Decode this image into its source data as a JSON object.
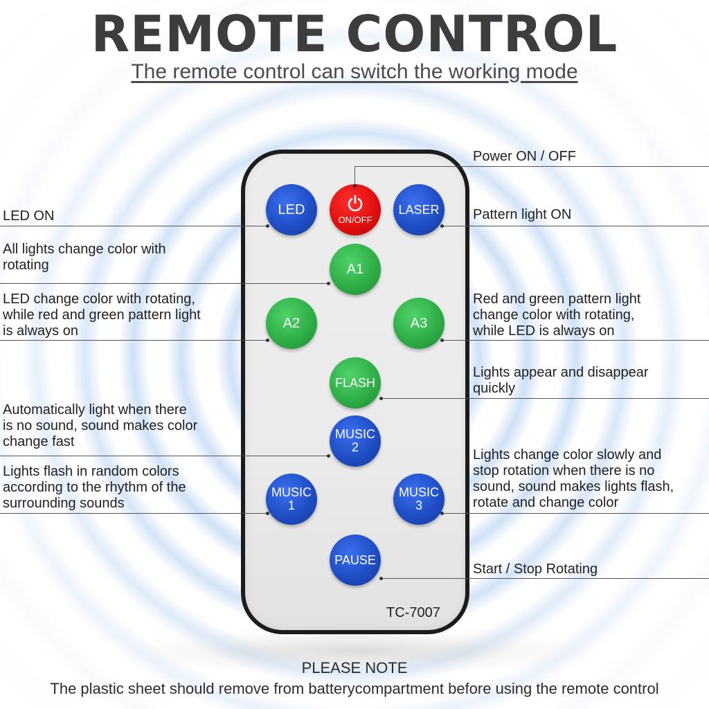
{
  "header": {
    "title": "REMOTE CONTROL",
    "subtitle": "The remote control can switch the working mode"
  },
  "remote": {
    "model": "TC-7007",
    "buttons": {
      "led": "LED",
      "power_label": "ON/OFF",
      "laser": "LASER",
      "a1": "A1",
      "a2": "A2",
      "a3": "A3",
      "flash": "FLASH",
      "music2_line1": "MUSIC",
      "music2_line2": "2",
      "music1_line1": "MUSIC",
      "music1_line2": "1",
      "music3_line1": "MUSIC",
      "music3_line2": "3",
      "pause": "PAUSE"
    }
  },
  "annotations": {
    "power": "Power ON / OFF",
    "led_on": "LED ON",
    "pattern_on": "Pattern light ON",
    "a1_line1": "All lights change color with",
    "a1_line2": "rotating",
    "a2_line1": "LED change color with rotating,",
    "a2_line2": "while red and green pattern light",
    "a2_line3": "is always on",
    "a3_line1": "Red and green pattern light",
    "a3_line2": "change color with rotating,",
    "a3_line3": "while LED is always on",
    "flash_line1": "Lights appear and disappear",
    "flash_line2": "quickly",
    "music2_line1": "Automatically light when there",
    "music2_line2": "is no sound, sound makes color",
    "music2_line3": "change fast",
    "music1_line1": "Lights flash in random colors",
    "music1_line2": "according to the rhythm of the",
    "music1_line3": "surrounding sounds",
    "music3_line1": "Lights change color slowly and",
    "music3_line2": "stop rotation when there is no",
    "music3_line3": "sound, sound makes lights flash,",
    "music3_line4": "rotate and change color",
    "pause": "Start / Stop Rotating"
  },
  "note": {
    "title": "PLEASE NOTE",
    "body": "The plastic sheet should remove from batterycompartment before using the remote control"
  },
  "colors": {
    "button_blue": "#1f4ec4",
    "button_green": "#2fae47",
    "button_red": "#e20f0f",
    "title_gray": "#3d3d3d"
  }
}
